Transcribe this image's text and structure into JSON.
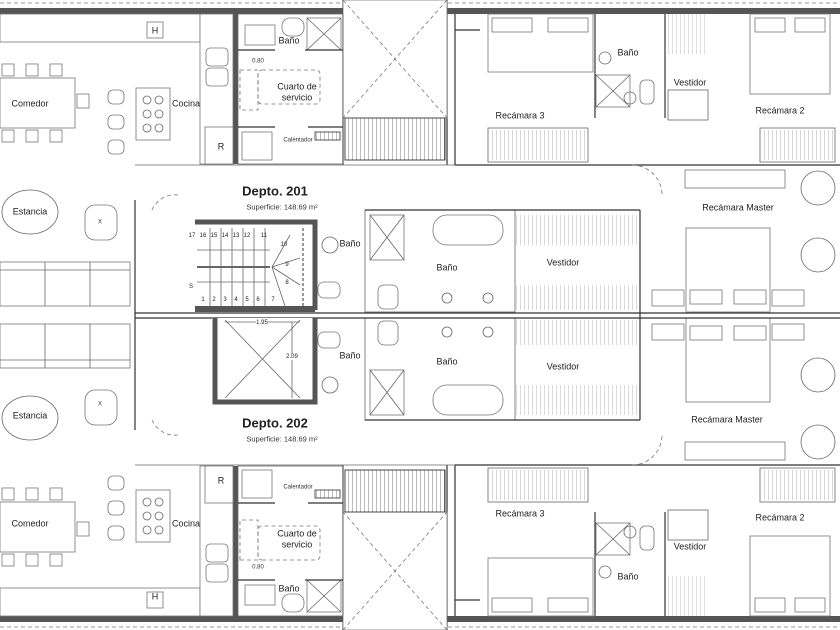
{
  "units": [
    {
      "name": "Depto. 201",
      "area": "Superficie: 148.69 m²"
    },
    {
      "name": "Depto. 202",
      "area": "Superficie: 148.69 m²"
    }
  ],
  "rooms": {
    "comedor": "Comedor",
    "cocina": "Cocina",
    "estancia": "Estancia",
    "bano": "Baño",
    "cuarto_servicio_1": "Cuarto de",
    "cuarto_servicio_2": "servicio",
    "calentador": "Calentador",
    "recamara_3": "Recámara 3",
    "recamara_2": "Recámara 2",
    "recamara_master": "Recámara Master",
    "vestidor": "Vestidor"
  },
  "symbols": {
    "h": "H",
    "r": "R",
    "x": "X",
    "s": "S"
  },
  "dimensions": {
    "service_door": "0.80",
    "elevator_width": "1.95",
    "elevator_depth": "2.09"
  },
  "stair_steps": [
    "1",
    "2",
    "3",
    "4",
    "5",
    "6",
    "7",
    "8",
    "9",
    "10",
    "11",
    "12",
    "13",
    "14",
    "15",
    "16",
    "17"
  ]
}
